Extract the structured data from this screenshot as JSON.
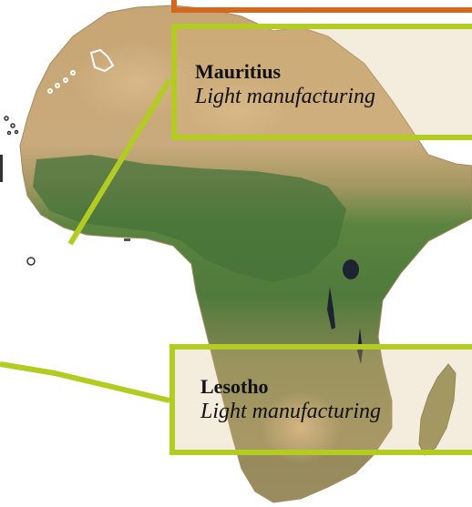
{
  "callouts": [
    {
      "country": "Mauritius",
      "industry": "Light manufacturing"
    },
    {
      "country": "Lesotho",
      "industry": "Light manufacturing"
    }
  ],
  "colors": {
    "callout_border": "#b3cc21",
    "top_frame": "#d2691e",
    "desert": "#c9a877",
    "sahel": "#a99a62",
    "forest": "#4c7a3a",
    "savanna": "#8c8a52",
    "lake": "#1c2430"
  }
}
